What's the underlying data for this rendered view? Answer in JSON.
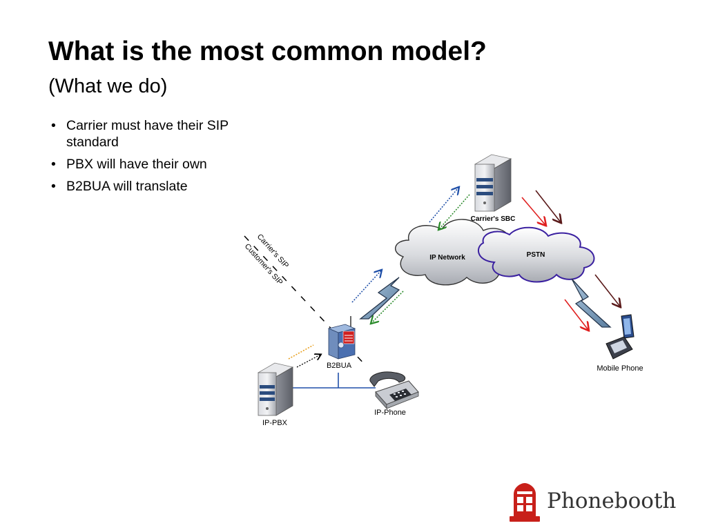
{
  "title": "What is the most common model?",
  "subtitle": "(What we do)",
  "bullets": [
    "Carrier must have their SIP standard",
    "PBX will have their own",
    "B2BUA will translate"
  ],
  "diagram": {
    "nodes": {
      "carrier_sbc": "Carrier's SBC",
      "ip_network": "IP Network",
      "pstn": "PSTN",
      "b2bua": "B2BUA",
      "ip_pbx": "IP-PBX",
      "ip_phone": "IP-Phone",
      "mobile_phone": "Mobile Phone"
    },
    "legend": {
      "carrier_sip": "Carrier's SIP",
      "customer_sip": "Customer's SIP"
    }
  },
  "logo": {
    "text": "Phonebooth"
  },
  "colors": {
    "blue_arrow": "#1f4fa8",
    "green_arrow": "#2a8a2a",
    "red_arrow": "#e02020",
    "darkred_arrow": "#5a1a1a",
    "orange_arrow": "#e8a020",
    "pstn_border": "#3a20a0",
    "logo_red": "#c8201a"
  }
}
